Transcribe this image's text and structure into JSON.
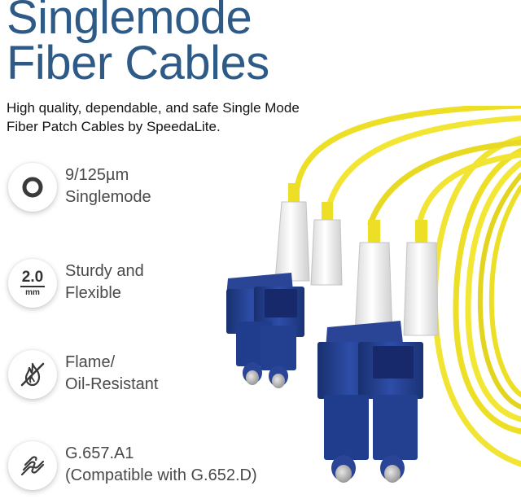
{
  "title": {
    "line1": "Singlemode",
    "line2": "Fiber Cables"
  },
  "subtitle": {
    "line1": "High quality, dependable, and safe Single Mode",
    "line2": "Fiber Patch Cables by SpeedaLite."
  },
  "features": [
    {
      "icon": "ring-icon",
      "line1": "9/125µm",
      "line2": "Singlemode"
    },
    {
      "icon": "diameter-2mm-icon",
      "icon_value": "2.0",
      "icon_unit": "mm",
      "line1": "Sturdy and",
      "line2": "Flexible"
    },
    {
      "icon": "no-flame-icon",
      "line1": "Flame/",
      "line2": "Oil-Resistant"
    },
    {
      "icon": "bend-coil-icon",
      "line1": "G.657.A1",
      "line2": "(Compatible with G.652.D)"
    }
  ],
  "colors": {
    "title": "#2d5a86",
    "cable_jacket": "#f2e42a",
    "connector_boot": "#f4f4f4",
    "connector_body": "#1f3b8c",
    "ferrule": "#b8b8b8"
  }
}
